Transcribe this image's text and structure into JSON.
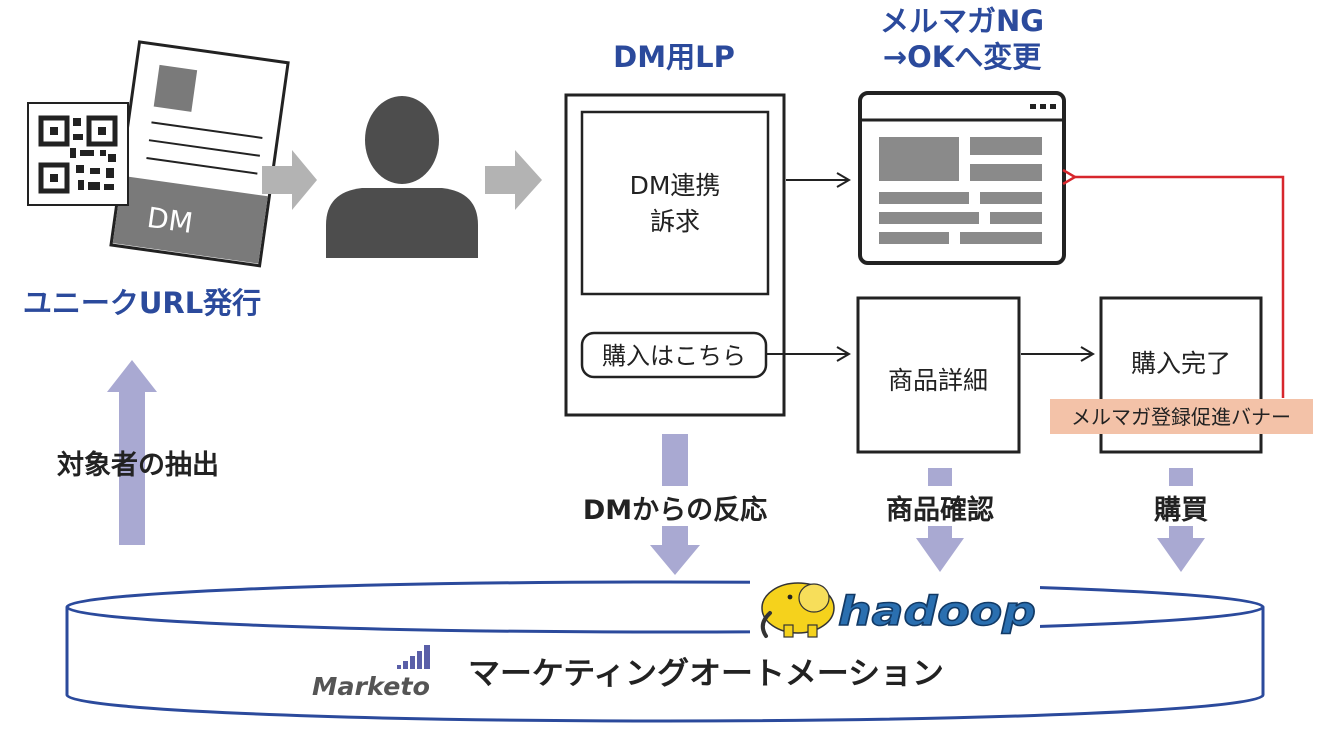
{
  "colors": {
    "blue": "#2b4a9c",
    "arrow_gray": "#b3b3b3",
    "arrow_purple": "#a9a9d2",
    "red": "#d7262c",
    "banner": "#f3c2a8",
    "dark": "#222222",
    "gray_block": "#7a7a7a",
    "person": "#4d4d4d",
    "hadoop_yellow": "#f5d21c",
    "hadoop_blue": "#2a6fb0"
  },
  "labels": {
    "unique_url": "ユニークURL発行",
    "dm_card": "DM",
    "dm_lp_title": "DM用LP",
    "newsletter_title_1": "メルマガNG",
    "newsletter_title_2": "→OKへ変更",
    "lp_inner_1": "DM連携",
    "lp_inner_2": "訴求",
    "buy_button": "購入はこちら",
    "product_detail": "商品詳細",
    "purchase_complete": "購入完了",
    "banner": "メルマガ登録促進バナー",
    "target_extraction": "対象者の抽出",
    "dm_response": "DMからの反応",
    "product_check": "商品確認",
    "purchase": "購買",
    "hadoop": "hadoop",
    "marketo": "Marketo",
    "marketing_automation": "マーケティングオートメーション"
  }
}
